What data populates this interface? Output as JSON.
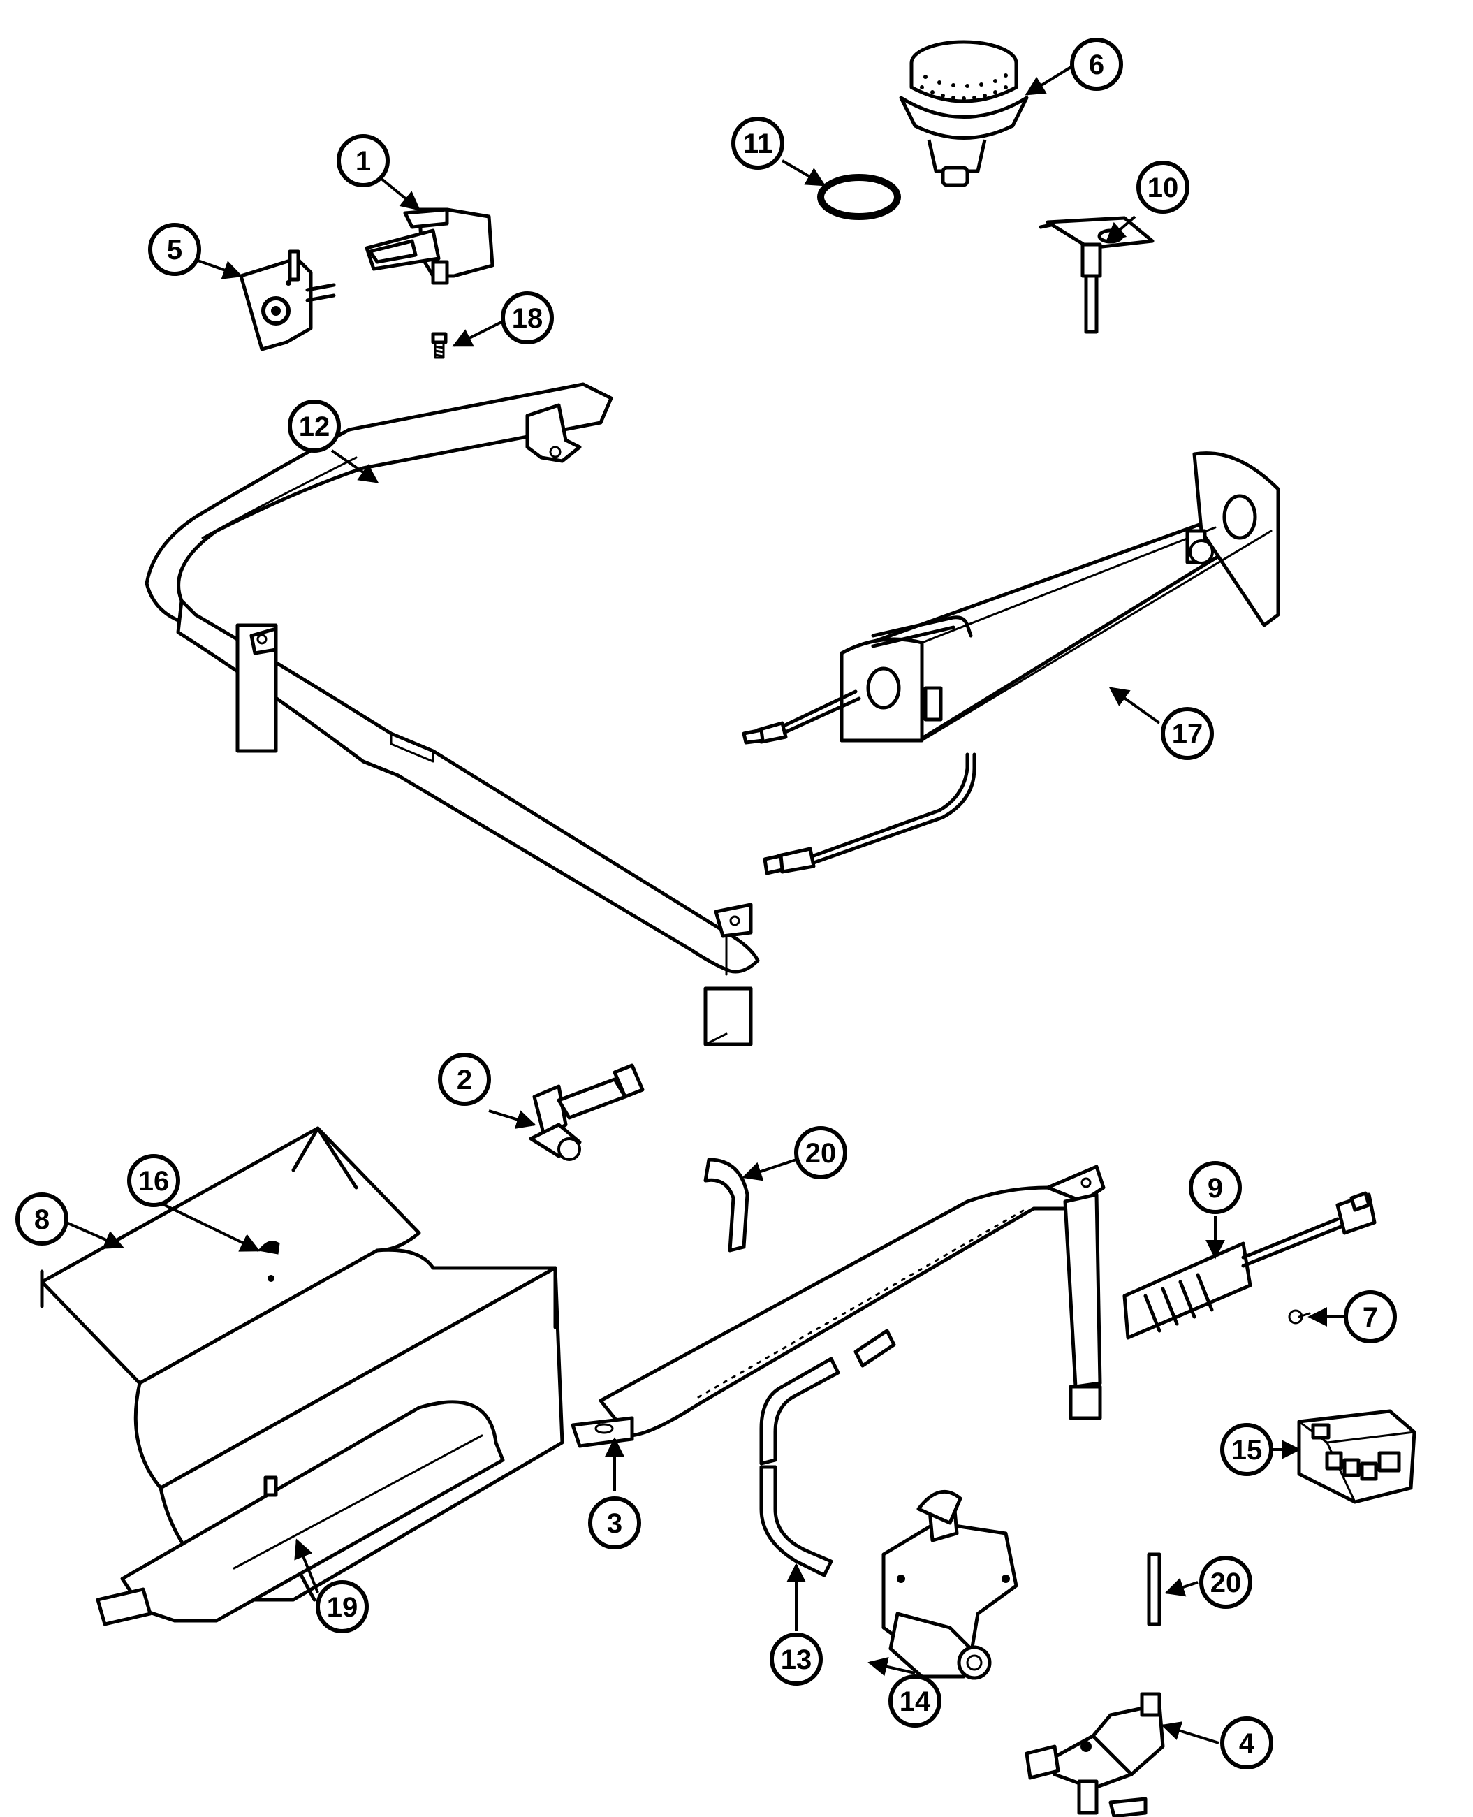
{
  "callouts": [
    {
      "id": "c1",
      "label": "1"
    },
    {
      "id": "c2",
      "label": "2"
    },
    {
      "id": "c3",
      "label": "3"
    },
    {
      "id": "c4",
      "label": "4"
    },
    {
      "id": "c5",
      "label": "5"
    },
    {
      "id": "c6",
      "label": "6"
    },
    {
      "id": "c7",
      "label": "7"
    },
    {
      "id": "c8",
      "label": "8"
    },
    {
      "id": "c9",
      "label": "9"
    },
    {
      "id": "c10",
      "label": "10"
    },
    {
      "id": "c11",
      "label": "11"
    },
    {
      "id": "c12",
      "label": "12"
    },
    {
      "id": "c13",
      "label": "13"
    },
    {
      "id": "c14",
      "label": "14"
    },
    {
      "id": "c15",
      "label": "15"
    },
    {
      "id": "c16",
      "label": "16"
    },
    {
      "id": "c17",
      "label": "17"
    },
    {
      "id": "c18",
      "label": "18"
    },
    {
      "id": "c19",
      "label": "19"
    },
    {
      "id": "c20a",
      "label": "20"
    },
    {
      "id": "c20b",
      "label": "20"
    }
  ]
}
